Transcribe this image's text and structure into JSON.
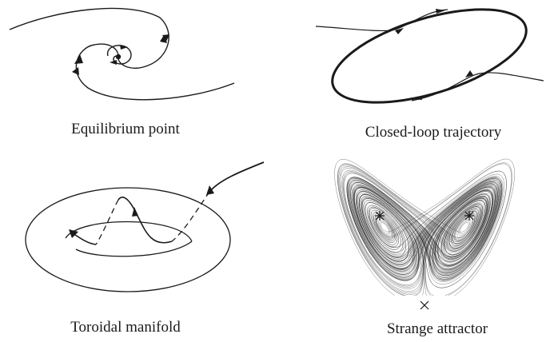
{
  "panels": {
    "equilibrium": {
      "caption": "Equilibrium point"
    },
    "closed_loop": {
      "caption": "Closed-loop trajectory"
    },
    "toroidal": {
      "caption": "Toroidal manifold"
    },
    "strange": {
      "caption": "Strange attractor"
    }
  },
  "colors": {
    "ink": "#1a1a1a",
    "background": "#ffffff"
  }
}
